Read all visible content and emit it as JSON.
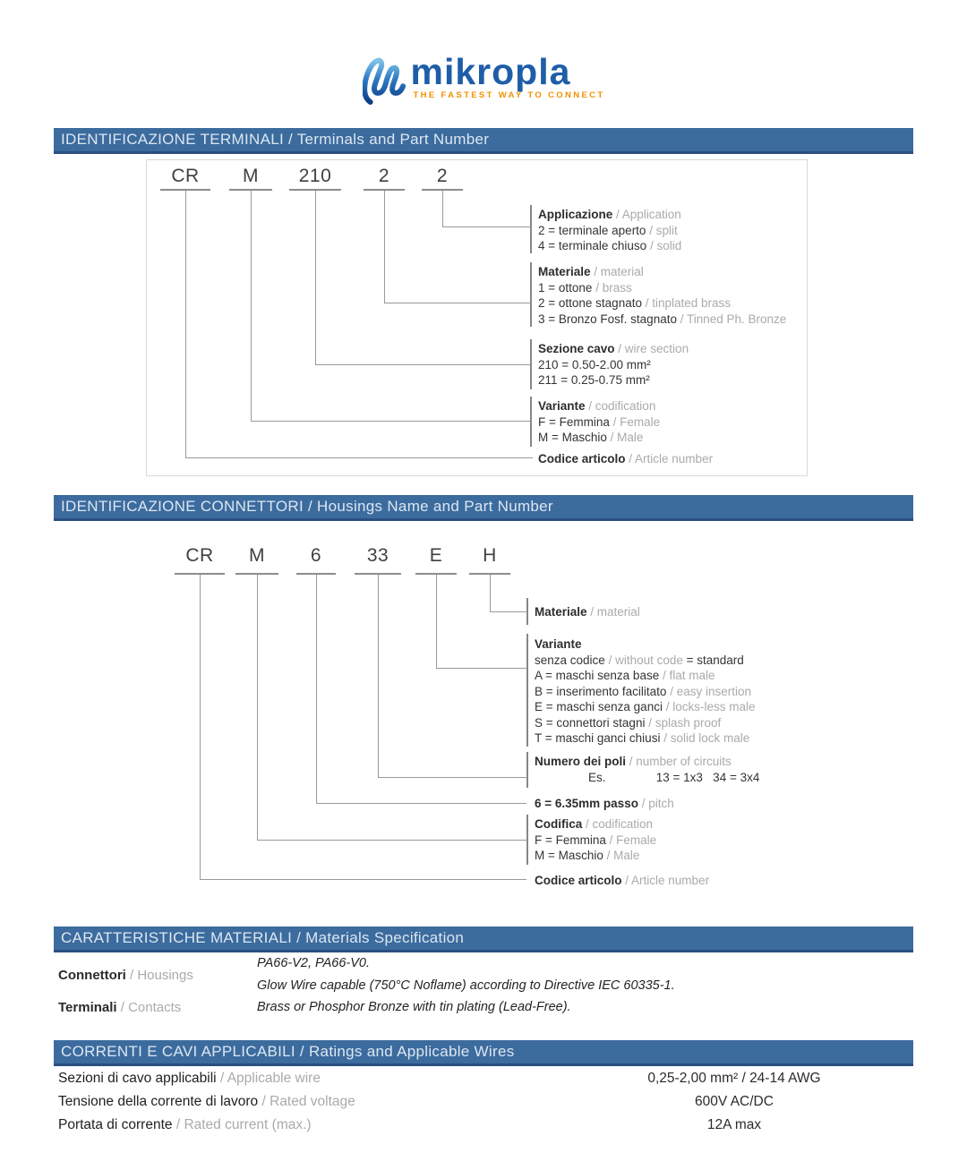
{
  "logo": {
    "name": "mikropla",
    "tagline": "THE FASTEST WAY TO CONNECT",
    "brand_blue": "#1e5ea8",
    "tagline_orange": "#f29100",
    "icon": "mu-script-icon"
  },
  "terminals": {
    "header": "IDENTIFICAZIONE TERMINALI / Terminals and Part Number",
    "code_parts": [
      "CR",
      "M",
      "210",
      "2",
      "2"
    ],
    "blocks": [
      {
        "lines": [
          {
            "pre": "Applicazione ",
            "mid": "/ Application"
          },
          {
            "pre": "2 = terminale aperto ",
            "mid": "/ split"
          },
          {
            "pre": "4 = terminale chiuso ",
            "mid": "/ solid"
          }
        ]
      },
      {
        "lines": [
          {
            "pre": "Materiale ",
            "mid": "/ material"
          },
          {
            "pre": "1 = ottone ",
            "mid": "/ brass"
          },
          {
            "pre": "2 = ottone stagnato ",
            "mid": "/ tinplated brass"
          },
          {
            "pre": "3 = Bronzo Fosf. stagnato ",
            "mid": "/ Tinned Ph. Bronze"
          }
        ]
      },
      {
        "lines": [
          {
            "pre": "Sezione cavo ",
            "mid": "/ wire section"
          },
          {
            "pre": "210 = 0.50-2.00 mm²"
          },
          {
            "pre": "211 = 0.25-0.75 mm²"
          }
        ]
      },
      {
        "lines": [
          {
            "pre": "Variante ",
            "mid": "/ codification"
          },
          {
            "pre": "F = Femmina ",
            "mid": "/ Female"
          },
          {
            "pre": "M = Maschio ",
            "mid": "/ Male"
          }
        ]
      }
    ],
    "article_line": {
      "pre": "Codice articolo ",
      "mid": "/ Article number"
    }
  },
  "housings": {
    "header": "IDENTIFICAZIONE CONNETTORI / Housings Name and Part Number",
    "code_parts": [
      "CR",
      "M",
      "6",
      "33",
      "E",
      "H"
    ],
    "blocks": [
      {
        "lines": [
          {
            "pre": "Materiale ",
            "mid": "/ material"
          }
        ]
      },
      {
        "lines": [
          {
            "pre": "Variante"
          },
          {
            "pre": "senza codice ",
            "mid": "/ without code ",
            "post": "= standard"
          },
          {
            "pre": "A = maschi senza base ",
            "mid": "/ flat male"
          },
          {
            "pre": "B = inserimento facilitato ",
            "mid": "/ easy insertion"
          },
          {
            "pre": "E = maschi senza ganci ",
            "mid": "/ locks-less male"
          },
          {
            "pre": "S = connettori stagni ",
            "mid": "/ splash proof"
          },
          {
            "pre": "T = maschi ganci chiusi ",
            "mid": "/ solid lock male"
          }
        ]
      },
      {
        "lines": [
          {
            "pre": "Numero dei poli ",
            "mid": "/ number of circuits"
          },
          {
            "pre": "Es.               13 = 1x3   34 = 3x4"
          }
        ]
      },
      {
        "lines": [
          {
            "pre": "6 = 6.35mm passo ",
            "mid": "/ pitch"
          }
        ]
      },
      {
        "lines": [
          {
            "pre": "Codifica ",
            "mid": "/ codification"
          },
          {
            "pre": "F = Femmina ",
            "mid": "/ Female"
          },
          {
            "pre": "M = Maschio ",
            "mid": "/ Male"
          }
        ]
      }
    ],
    "article_line": {
      "pre": "Codice articolo ",
      "mid": "/ Article number"
    }
  },
  "materials": {
    "header": "CARATTERISTICHE MATERIALI / Materials Specification",
    "rows": [
      {
        "label_it": "Connettori ",
        "label_en": "/ Housings",
        "value_line1": "PA66-V2, PA66-V0.",
        "value_line2": "Glow Wire capable (750°C Noflame) according to Directive IEC 60335-1."
      },
      {
        "label_it": "Terminali ",
        "label_en": "/ Contacts",
        "value_line1": "Brass or Phosphor Bronze with tin plating (Lead-Free)."
      }
    ]
  },
  "ratings": {
    "header": "CORRENTI E CAVI APPLICABILI / Ratings and Applicable Wires",
    "rows": [
      {
        "label_it": "Sezioni di cavo applicabili ",
        "label_en": "/ Applicable wire",
        "value": "0,25-2,00 mm² / 24-14 AWG"
      },
      {
        "label_it": "Tensione della corrente di lavoro ",
        "label_en": "/ Rated voltage",
        "value": "600V AC/DC"
      },
      {
        "label_it": "Portata di corrente ",
        "label_en": "/ Rated current (max.)",
        "value": "12A max"
      }
    ]
  }
}
